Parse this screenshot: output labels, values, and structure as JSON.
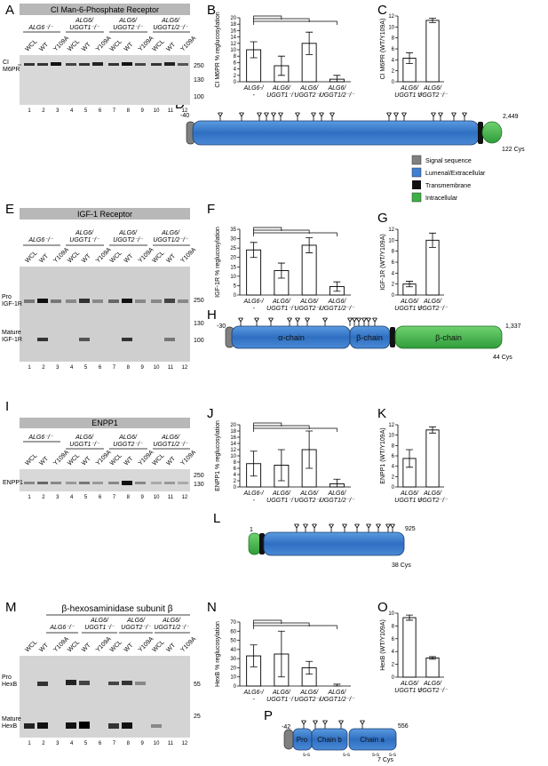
{
  "figure": {
    "panel_letters": [
      "A",
      "B",
      "C",
      "D",
      "E",
      "F",
      "G",
      "H",
      "I",
      "J",
      "K",
      "L",
      "M",
      "N",
      "O",
      "P"
    ],
    "genotypes": {
      "alg6": "ALG6⁻/⁻",
      "alg6_uggt1_l1": "ALG6/",
      "alg6_uggt1_l2": "UGGT1⁻/⁻",
      "alg6_uggt2_l1": "ALG6/",
      "alg6_uggt2_l2": "UGGT2⁻/⁻",
      "alg6_uggt12_l1": "ALG6/",
      "alg6_uggt12_l2": "UGGT1/2⁻/⁻"
    },
    "lane_labels": [
      "WCL",
      "WT",
      "Y109A"
    ],
    "lane_numbers": [
      "1",
      "2",
      "3",
      "4",
      "5",
      "6",
      "7",
      "8",
      "9",
      "10",
      "11",
      "12"
    ],
    "legend": [
      {
        "label": "Signal sequence",
        "color": "#808080"
      },
      {
        "label": "Lumenal/Extracellular",
        "color": "#3f7fd4"
      },
      {
        "label": "Transmembrane",
        "color": "#111111"
      },
      {
        "label": "Intracellular",
        "color": "#3cb043"
      }
    ]
  },
  "rows": [
    {
      "blot": {
        "title": "CI Man-6-Phosphate Receptor",
        "left_label_1": "CI",
        "left_label_2": "M6PR",
        "mw": [
          "250",
          "130",
          "100"
        ]
      },
      "bar_ylabel": "CI M6PR % reglucosylation",
      "ratio_ylabel": "CI M6PR (WT/Y109A)",
      "diagram": {
        "start": "-40",
        "end": "2,449",
        "cys": "122 Cys"
      }
    },
    {
      "blot": {
        "title": "IGF-1 Receptor",
        "left_label_1": "Pro",
        "left_label_2": "IGF-1R",
        "left_label_3": "Mature",
        "left_label_4": "IGF-1R",
        "mw": [
          "250",
          "130",
          "100"
        ]
      },
      "bar_ylabel": "IGF-1R % reglucosylation",
      "ratio_ylabel": "IGF-1R (WT/Y109A)",
      "diagram": {
        "start": "-30",
        "end": "1,337",
        "cys": "44 Cys",
        "alpha": "α-chain",
        "beta1": "β-chain",
        "beta2": "β-chain"
      }
    },
    {
      "blot": {
        "title": "ENPP1",
        "left_label_1": "ENPP1",
        "mw": [
          "250",
          "130"
        ]
      },
      "bar_ylabel": "ENPP1 % reglucosylation",
      "ratio_ylabel": "ENPP1 (WT/Y109A)",
      "diagram": {
        "start": "1",
        "end": "925",
        "cys": "38 Cys"
      }
    },
    {
      "blot": {
        "title": "β-hexosaminidase subunit β",
        "left_label_1": "Pro",
        "left_label_2": "HexB",
        "left_label_3": "Mature",
        "left_label_4": "HexB",
        "mw": [
          "55",
          "25"
        ]
      },
      "bar_ylabel": "HexB % reglucosylation",
      "ratio_ylabel": "HexB (WT/Y109A)",
      "diagram": {
        "start": "-42",
        "end": "556",
        "cys": "7 Cys",
        "pro": "Pro",
        "chainb": "Chain b",
        "chaina": "Chain a",
        "ss": "s-s"
      }
    }
  ],
  "chart_data": [
    {
      "type": "bar",
      "panel": "B",
      "ylabel": "CI M6PR % reglucosylation",
      "ylim": [
        0,
        20
      ],
      "yticks": [
        0,
        2,
        4,
        6,
        8,
        10,
        12,
        14,
        16,
        18,
        20
      ],
      "categories": [
        "ALG6-/-",
        "ALG6/UGGT1-/-",
        "ALG6/UGGT2-/-",
        "ALG6/UGGT1/2-/-"
      ],
      "values": [
        10,
        5,
        12,
        0.8
      ],
      "errors": [
        2.5,
        3,
        3.5,
        1.2
      ]
    },
    {
      "type": "bar",
      "panel": "C",
      "ylabel": "CI M6PR (WT/Y109A)",
      "ylim": [
        0,
        12
      ],
      "yticks": [
        0,
        2,
        4,
        6,
        8,
        10,
        12
      ],
      "categories": [
        "ALG6/UGGT1-/-",
        "ALG6/UGGT2-/-"
      ],
      "values": [
        4.3,
        11.2
      ],
      "errors": [
        1,
        0.4
      ]
    },
    {
      "type": "bar",
      "panel": "F",
      "ylabel": "IGF-1R % reglucosylation",
      "ylim": [
        0,
        35
      ],
      "yticks": [
        0,
        5,
        10,
        15,
        20,
        25,
        30,
        35
      ],
      "categories": [
        "ALG6-/-",
        "ALG6/UGGT1-/-",
        "ALG6/UGGT2-/-",
        "ALG6/UGGT1/2-/-"
      ],
      "values": [
        24,
        13,
        26.5,
        4.5
      ],
      "errors": [
        4,
        4,
        4,
        2.5
      ]
    },
    {
      "type": "bar",
      "panel": "G",
      "ylabel": "IGF-1R (WT/Y109A)",
      "ylim": [
        0,
        12
      ],
      "yticks": [
        0,
        2,
        4,
        6,
        8,
        10,
        12
      ],
      "categories": [
        "ALG6/UGGT1-/-",
        "ALG6/UGGT2-/-"
      ],
      "values": [
        2,
        10
      ],
      "errors": [
        0.5,
        1.3
      ]
    },
    {
      "type": "bar",
      "panel": "J",
      "ylabel": "ENPP1 % reglucosylation",
      "ylim": [
        0,
        20
      ],
      "yticks": [
        0,
        2,
        4,
        6,
        8,
        10,
        12,
        14,
        16,
        18,
        20
      ],
      "categories": [
        "ALG6-/-",
        "ALG6/UGGT1-/-",
        "ALG6/UGGT2-/-",
        "ALG6/UGGT1/2-/-"
      ],
      "values": [
        7.5,
        7,
        12,
        1
      ],
      "errors": [
        4,
        5,
        6,
        1.5
      ]
    },
    {
      "type": "bar",
      "panel": "K",
      "ylabel": "ENPP1 (WT/Y109A)",
      "ylim": [
        0,
        12
      ],
      "yticks": [
        0,
        2,
        4,
        6,
        8,
        10,
        12
      ],
      "categories": [
        "ALG6/UGGT1-/-",
        "ALG6/UGGT2-/-"
      ],
      "values": [
        5.5,
        11
      ],
      "errors": [
        1.7,
        0.6
      ]
    },
    {
      "type": "bar",
      "panel": "N",
      "ylabel": "HexB % reglucosylation",
      "ylim": [
        0,
        70
      ],
      "yticks": [
        0,
        10,
        20,
        30,
        40,
        50,
        60,
        70
      ],
      "categories": [
        "ALG6-/-",
        "ALG6/UGGT1-/-",
        "ALG6/UGGT2-/-",
        "ALG6/UGGT1/2-/-"
      ],
      "values": [
        33,
        35,
        20,
        0
      ],
      "errors": [
        12,
        25,
        7,
        2
      ]
    },
    {
      "type": "bar",
      "panel": "O",
      "ylabel": "HexB (WT/Y109A)",
      "ylim": [
        0,
        10
      ],
      "yticks": [
        0,
        2,
        4,
        6,
        8,
        10
      ],
      "categories": [
        "ALG6/UGGT1-/-",
        "ALG6/UGGT2-/-"
      ],
      "values": [
        9.3,
        3
      ],
      "errors": [
        0.4,
        0.2
      ]
    }
  ]
}
